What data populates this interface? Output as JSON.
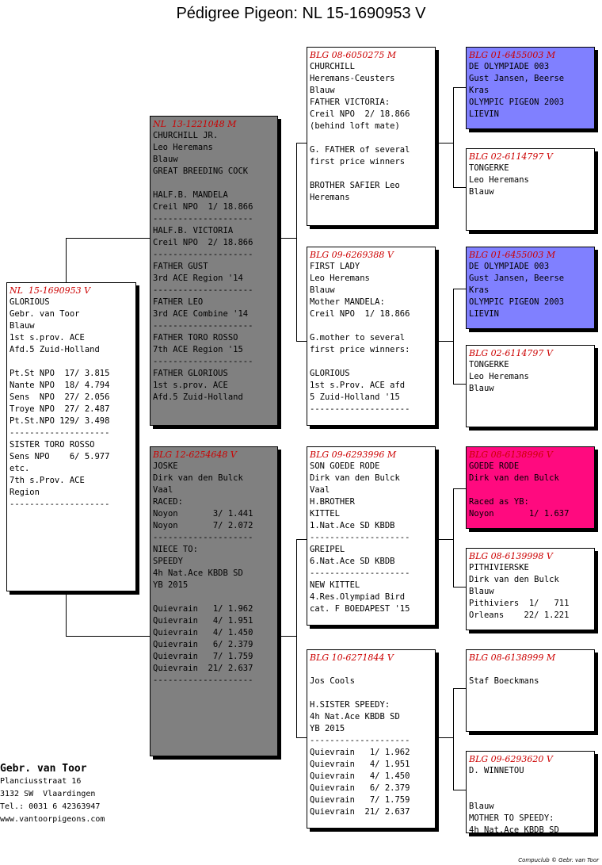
{
  "title": "Pédigree Pigeon: NL  15-1690953 V",
  "boxes": {
    "subject": {
      "header": "NL  15-1690953 V",
      "lines": [
        "GLORIOUS",
        "Gebr. van Toor",
        "Blauw",
        "1st s.prov. ACE",
        "Afd.5 Zuid-Holland",
        "",
        "Pt.St NPO  17/ 3.815",
        "Nante NPO  18/ 4.794",
        "Sens  NPO  27/ 2.056",
        "Troye NPO  27/ 2.487",
        "Pt.St.NPO 129/ 3.498",
        "--------------------",
        "SISTER TORO ROSSO",
        "Sens NPO    6/ 5.977",
        "etc.",
        "7th s.Prov. ACE",
        "Region",
        "--------------------"
      ]
    },
    "sire": {
      "header": "NL  13-1221048 M",
      "lines": [
        "CHURCHILL JR.",
        "Leo Heremans",
        "Blauw",
        "GREAT BREEDING COCK",
        "",
        "HALF.B. MANDELA",
        "Creil NPO  1/ 18.866",
        "--------------------",
        "HALF.B. VICTORIA",
        "Creil NPO  2/ 18.866",
        "--------------------",
        "FATHER GUST",
        "3rd ACE Region '14",
        "--------------------",
        "FATHER LEO",
        "3rd ACE Combine '14",
        "--------------------",
        "FATHER TORO ROSSO",
        "7th ACE Region '15",
        "--------------------",
        "FATHER GLORIOUS",
        "1st s.prov. ACE",
        "Afd.5 Zuid-Holland"
      ]
    },
    "dam": {
      "header": "BLG 12-6254648 V",
      "lines": [
        "JOSKE",
        "Dirk van den Bulck",
        "Vaal",
        "RACED:",
        "Noyon       3/ 1.441",
        "Noyon       7/ 2.072",
        "--------------------",
        "NIECE TO:",
        "SPEEDY",
        "4h Nat.Ace KBDB SD",
        "YB 2015",
        "",
        "Quievrain   1/ 1.962",
        "Quievrain   4/ 1.951",
        "Quievrain   4/ 1.450",
        "Quievrain   6/ 2.379",
        "Quievrain   7/ 1.759",
        "Quievrain  21/ 2.637",
        "--------------------"
      ]
    },
    "ss": {
      "header": "BLG 08-6050275 M",
      "lines": [
        "CHURCHILL",
        "Heremans-Ceusters",
        "Blauw",
        "FATHER VICTORIA:",
        "Creil NPO  2/ 18.866",
        "(behind loft mate)",
        "",
        "G. FATHER of several",
        "first price winners",
        "",
        "BROTHER SAFIER Leo",
        "Heremans"
      ]
    },
    "sd": {
      "header": "BLG 09-6269388 V",
      "lines": [
        "FIRST LADY",
        "Leo Heremans",
        "Blauw",
        "Mother MANDELA:",
        "Creil NPO  1/ 18.866",
        "",
        "G.mother to several",
        "first price winners:",
        "",
        "GLORIOUS",
        "1st s.Prov. ACE afd",
        "5 Zuid-Holland '15",
        "--------------------"
      ]
    },
    "ds": {
      "header": "BLG 09-6293996 M",
      "lines": [
        "SON GOEDE RODE",
        "Dirk van den Bulck",
        "Vaal",
        "H.BROTHER",
        "KITTEL",
        "1.Nat.Ace SD KBDB",
        "--------------------",
        "GREIPEL",
        "6.Nat.Ace SD KBDB",
        "--------------------",
        "NEW KITTEL",
        "4.Res.Olympiad Bird",
        "cat. F BOEDAPEST '15"
      ]
    },
    "dd": {
      "header": "BLG 10-6271844 V",
      "lines": [
        "",
        "Jos Cools",
        "",
        "H.SISTER SPEEDY:",
        "4h Nat.Ace KBDB SD",
        "YB 2015",
        "--------------------",
        "Quievrain   1/ 1.962",
        "Quievrain   4/ 1.951",
        "Quievrain   4/ 1.450",
        "Quievrain   6/ 2.379",
        "Quievrain   7/ 1.759",
        "Quievrain  21/ 2.637"
      ]
    },
    "sss": {
      "header": "BLG 01-6455003 M",
      "lines": [
        "DE OLYMPIADE 003",
        "Gust Jansen, Beerse",
        "Kras",
        "OLYMPIC PIGEON 2003",
        "LIEVIN"
      ]
    },
    "ssd": {
      "header": "BLG 02-6114797 V",
      "lines": [
        "TONGERKE",
        "Leo Heremans",
        "Blauw"
      ]
    },
    "sds": {
      "header": "BLG 01-6455003 M",
      "lines": [
        "DE OLYMPIADE 003",
        "Gust Jansen, Beerse",
        "Kras",
        "OLYMPIC PIGEON 2003",
        "LIEVIN"
      ]
    },
    "sdd": {
      "header": "BLG 02-6114797 V",
      "lines": [
        "TONGERKE",
        "Leo Heremans",
        "Blauw"
      ]
    },
    "dss": {
      "header": "BLG 08-6138996 V",
      "lines": [
        "GOEDE RODE",
        "Dirk van den Bulck",
        "",
        "Raced as YB:",
        "Noyon       1/ 1.637"
      ]
    },
    "dsd": {
      "header": "BLG 08-6139998 V",
      "lines": [
        "PITHIVIERSKE",
        "Dirk van den Bulck",
        "Blauw",
        "Pithiviers  1/   711",
        "Orleans    22/ 1.221"
      ]
    },
    "dds": {
      "header": "BLG 08-6138999 M",
      "lines": [
        "",
        "Staf Boeckmans"
      ]
    },
    "ddd": {
      "header": "BLG 09-6293620 V",
      "lines": [
        "D. WINNETOU",
        "",
        "",
        "Blauw",
        "MOTHER TO SPEEDY:",
        "4h Nat.Ace KBDB SD"
      ]
    }
  },
  "footer": {
    "name": "Gebr. van Toor",
    "address": "Planciusstraat 16",
    "city": "3132 SW  Vlaardingen",
    "phone": "Tel.: 0031 6 42363947",
    "web": "www.vantoorpigeons.com"
  },
  "copyright": "Compuclub © Gebr. van Toor"
}
